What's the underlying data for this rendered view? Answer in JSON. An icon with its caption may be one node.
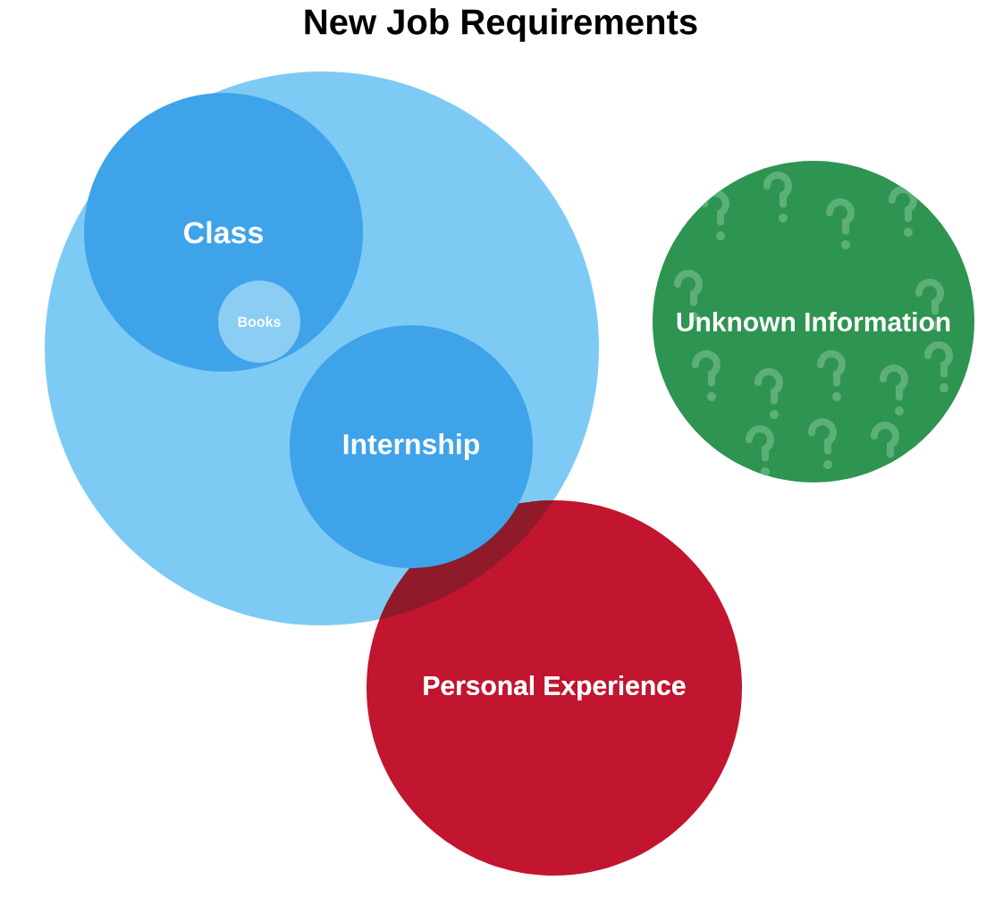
{
  "diagram": {
    "title": "New Job Requirements",
    "nodes": [
      {
        "text": [],
        "shape": "circle"
      },
      {
        "text": [
          "Class"
        ],
        "in": 0
      },
      {
        "text": [
          "Books"
        ],
        "in": 1
      },
      {
        "text": [
          "Internship"
        ],
        "in": 0
      },
      {
        "text": [
          "Unknown Information"
        ]
      },
      {
        "text": [
          "Personal Experience"
        ]
      }
    ]
  }
}
